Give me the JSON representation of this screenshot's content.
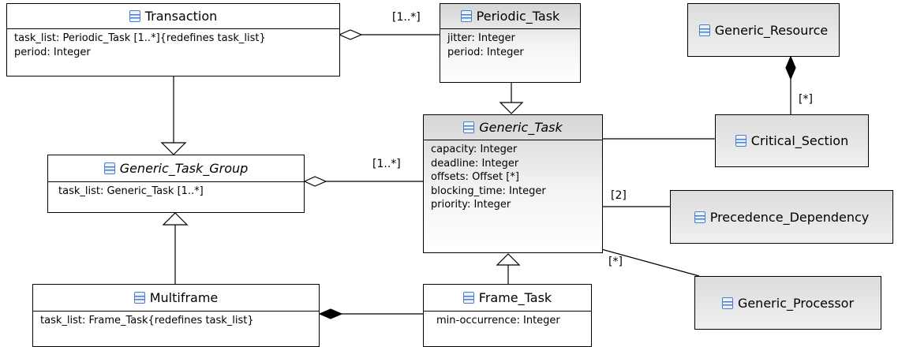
{
  "classes": {
    "transaction": {
      "name": "Transaction",
      "attributes": [
        "task_list: Periodic_Task [1..*]{redefines task_list}",
        "period: Integer"
      ]
    },
    "periodic_task": {
      "name": "Periodic_Task",
      "attributes": [
        "jitter: Integer",
        "period: Integer"
      ]
    },
    "generic_resource": {
      "name": "Generic_Resource"
    },
    "generic_task": {
      "name": "Generic_Task",
      "attributes": [
        "capacity: Integer",
        "deadline: Integer",
        "offsets: Offset [*]",
        "blocking_time: Integer",
        "priority: Integer"
      ]
    },
    "critical_section": {
      "name": "Critical_Section"
    },
    "generic_task_group": {
      "name": "Generic_Task_Group",
      "attributes": [
        "task_list: Generic_Task [1..*]"
      ]
    },
    "precedence_dependency": {
      "name": "Precedence_Dependency"
    },
    "generic_processor": {
      "name": "Generic_Processor"
    },
    "multiframe": {
      "name": "Multiframe",
      "attributes": [
        "task_list: Frame_Task{redefines task_list}"
      ]
    },
    "frame_task": {
      "name": "Frame_Task",
      "attributes": [
        "min-occurrence: Integer"
      ]
    }
  },
  "multiplicities": {
    "transaction_periodic": "[1..*]",
    "group_generic": "[1..*]",
    "resource_critical": "[*]",
    "generic_precedence": "[2]",
    "generic_processor": "[*]"
  },
  "colors": {
    "icon": "#4a7ec8",
    "grey_box": "#e6e6e6",
    "line": "#000000"
  }
}
